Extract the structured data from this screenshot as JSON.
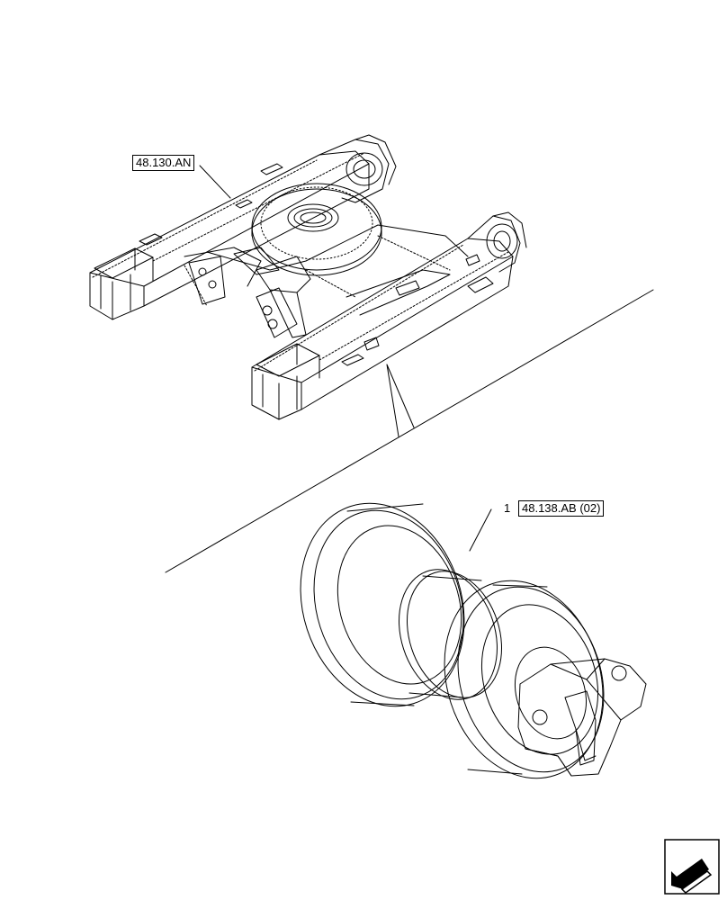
{
  "callouts": {
    "frame_ref": "48.130.AN",
    "roller_item": "1",
    "roller_ref": "48.138.AB (02)"
  },
  "icons": {
    "nav": "next-page-arrow-icon"
  },
  "colors": {
    "line": "#000000",
    "background": "#ffffff"
  }
}
